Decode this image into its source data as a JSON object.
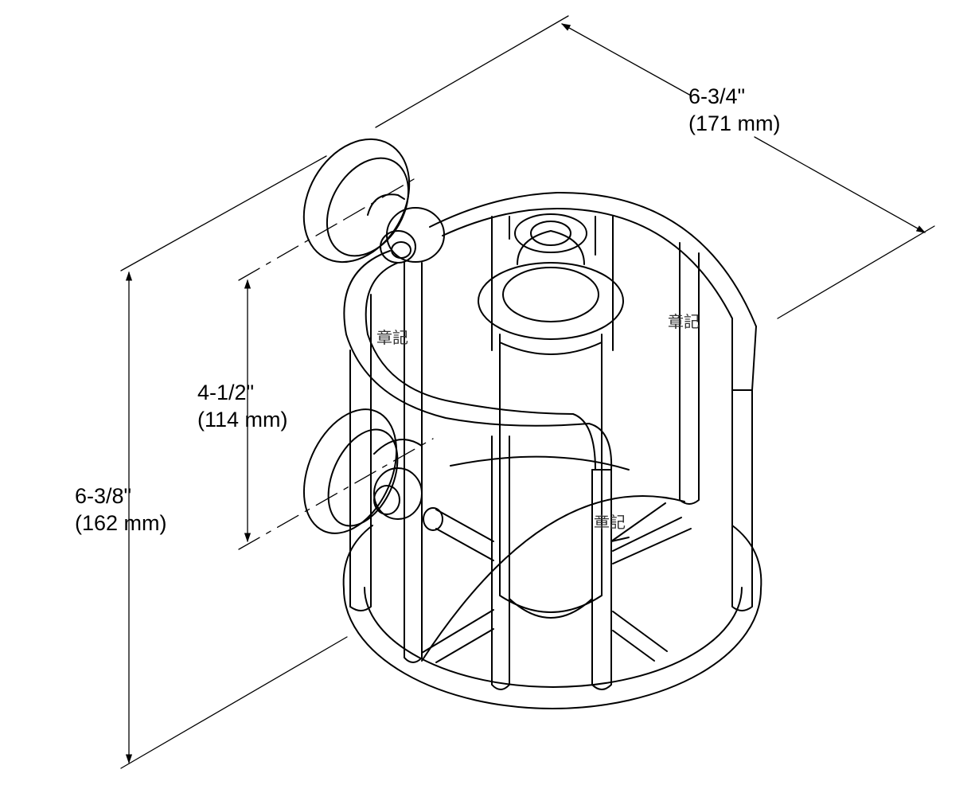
{
  "dimensions": {
    "depth": {
      "imperial": "6-3/4\"",
      "metric": "(171 mm)"
    },
    "mount_spacing": {
      "imperial": "4-1/2\"",
      "metric": "(114 mm)"
    },
    "height": {
      "imperial": "6-3/8\"",
      "metric": "(162 mm)"
    }
  },
  "watermarks": [
    "章記",
    "章記",
    "章記"
  ],
  "colors": {
    "line": "#000000",
    "background": "#ffffff"
  }
}
